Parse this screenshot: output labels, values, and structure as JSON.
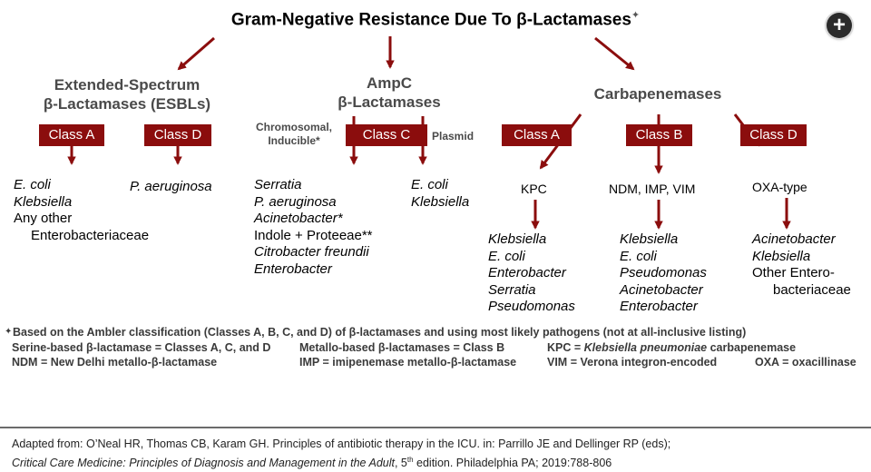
{
  "title": "Gram-Negative Resistance Due To β-Lactamases",
  "title_mark": "✦",
  "zoom_button_icon": "+",
  "esbl": {
    "heading_line1": "Extended-Spectrum",
    "heading_line2": "β-Lactamases (ESBLs)",
    "class_a": "Class A",
    "class_d": "Class D",
    "class_a_organisms": [
      "E. coli",
      "Klebsiella",
      "Any other",
      "Enterobacteriaceae"
    ],
    "class_d_organisms": [
      "P. aeruginosa"
    ]
  },
  "ampc": {
    "heading_line1": "AmpC",
    "heading_line2": "β-Lactamases",
    "class_c": "Class C",
    "left_note_line1": "Chromosomal,",
    "left_note_line2": "Inducible*",
    "right_note": "Plasmid",
    "chromosomal_organisms": [
      "Serratia",
      "P. aeruginosa",
      "Acinetobacter*",
      "Indole + Proteeae**",
      "Citrobacter freundii",
      "Enterobacter"
    ],
    "plasmid_organisms": [
      "E. coli",
      "Klebsiella"
    ]
  },
  "carbapenemases": {
    "heading": "Carbapenemases",
    "class_a": "Class A",
    "class_b": "Class B",
    "class_d": "Class D",
    "class_a_enzyme": "KPC",
    "class_b_enzyme": "NDM, IMP, VIM",
    "class_d_enzyme": "OXA-type",
    "class_a_organisms": [
      "Klebsiella",
      "E. coli",
      "Enterobacter",
      "Serratia",
      "Pseudomonas"
    ],
    "class_b_organisms": [
      "Klebsiella",
      "E. coli",
      "Pseudomonas",
      "Acinetobacter",
      "Enterobacter"
    ],
    "class_d_organisms": [
      "Acinetobacter",
      "Klebsiella",
      "Other Entero-",
      "bacteriaceae"
    ]
  },
  "footnote": {
    "mark": "✦",
    "line1": "Based on the Ambler classification (Classes A, B, C, and D) of β-lactamases and using most likely pathogens (not at all-inclusive listing)",
    "serine": "Serine-based β-lactamase = Classes A, C, and D",
    "metallo": "Metallo-based β-lactamases = Class B",
    "kpc_prefix": "KPC = ",
    "kpc_name": "Klebsiella pneumoniae",
    "kpc_suffix": " carbapenemase",
    "ndm": "NDM = New Delhi metallo-β-lactamase",
    "imp": "IMP = imipenemase metallo-β-lactamase",
    "vim": "VIM = Verona integron-encoded",
    "oxa": "OXA = oxacillinase"
  },
  "citation": {
    "line1": "Adapted from:  O’Neal HR, Thomas CB, Karam GH.  Principles of antibiotic therapy in the ICU.  in:  Parrillo JE and Dellinger RP (eds);",
    "book": "Critical Care Medicine:  Principles of Diagnosis and Management in the Adult",
    "edition_prefix": ", 5",
    "edition_sup": "th",
    "edition_suffix": " edition.  Philadelphia PA; 2019:788-806"
  },
  "colors": {
    "accent": "#8b0d0d",
    "heading_gray": "#4a4a4a"
  }
}
